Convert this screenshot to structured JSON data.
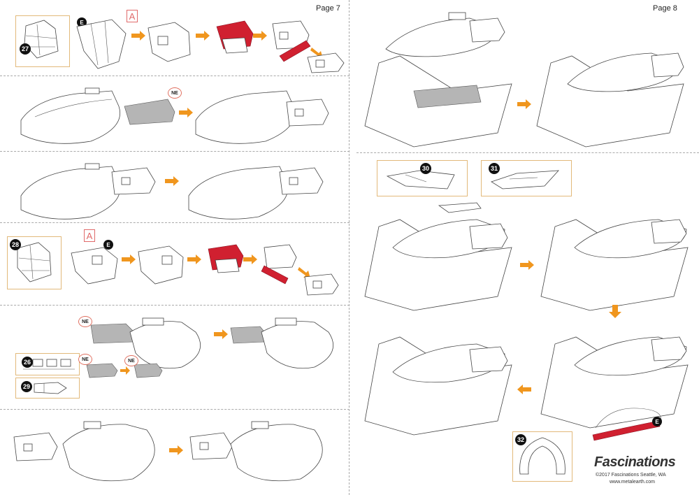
{
  "pages": {
    "left": {
      "label": "Page 7"
    },
    "right": {
      "label": "Page 8"
    }
  },
  "steps": {
    "s27": "27",
    "s28": "28",
    "s26": "26",
    "s29": "29",
    "s30": "30",
    "s31": "31",
    "s32": "32"
  },
  "tags": {
    "a": "A",
    "e": "E",
    "ne": "NE"
  },
  "footer": {
    "brand": "Fascinations",
    "copyright": "©2017 Fascinations Seattle, WA",
    "website": "www.metalearth.com"
  },
  "colors": {
    "arrow": "#f0961e",
    "highlight": "#d02030",
    "step_box_border": "#e2b97a"
  }
}
